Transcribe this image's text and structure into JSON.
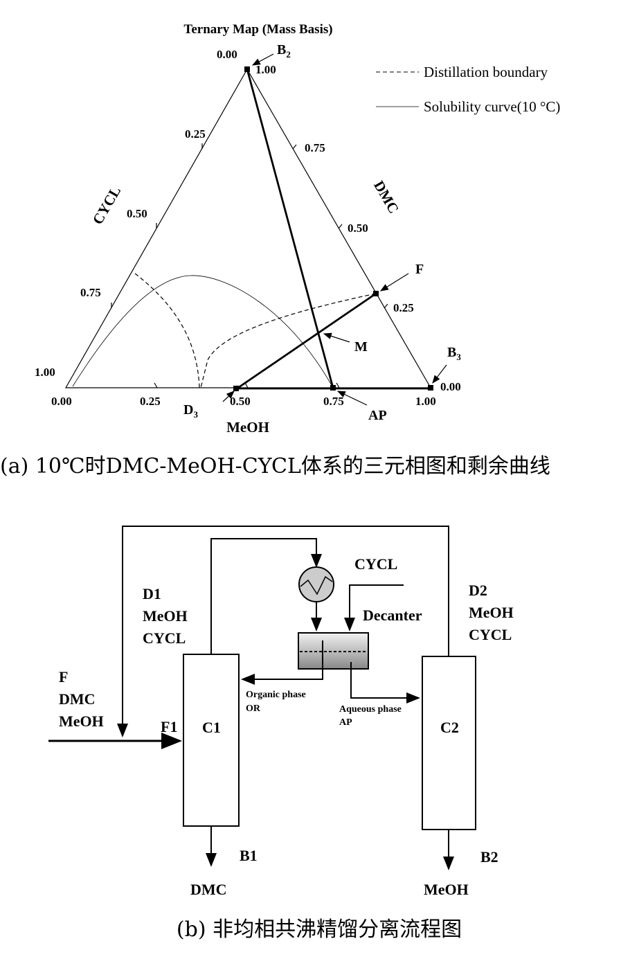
{
  "ternary": {
    "title": "Ternary Map (Mass Basis)",
    "axes": {
      "left": "CYCL",
      "right": "DMC",
      "bottom": "MeOH"
    },
    "left_ticks": [
      "0.25",
      "0.50",
      "0.75",
      "1.00"
    ],
    "right_ticks": [
      "0.75",
      "0.50",
      "0.25",
      "0.00"
    ],
    "bottom_ticks": [
      "0.00",
      "0.25",
      "0.50",
      "0.75",
      "1.00"
    ],
    "top_ticks": [
      "0.00",
      "1.00"
    ],
    "legend": {
      "dashed": "Distillation boundary",
      "solid": "Solubility curve(10 °C)"
    },
    "points": {
      "B2": "B",
      "B2sub": "2",
      "B3": "B",
      "B3sub": "3",
      "F": "F",
      "M": "M",
      "D3": "D",
      "D3sub": "3",
      "AP": "AP"
    },
    "caption": "(a) 10℃时DMC-MeOH-CYCL体系的三元相图和剩余曲线"
  },
  "flowsheet": {
    "d1": [
      "D1",
      "MeOH",
      "CYCL"
    ],
    "d2": [
      "D2",
      "MeOH",
      "CYCL"
    ],
    "feed": [
      "F",
      "DMC",
      "MeOH"
    ],
    "f1": "F1",
    "c1": "C1",
    "c2": "C2",
    "cycl": "CYCL",
    "decanter": "Decanter",
    "organic": [
      "Organic phase",
      "OR"
    ],
    "aqueous": [
      "Aqueous phase",
      "AP"
    ],
    "b1": "B1",
    "b2": "B2",
    "dmc": "DMC",
    "meoh": "MeOH",
    "caption": "(b) 非均相共沸精馏分离流程图"
  }
}
